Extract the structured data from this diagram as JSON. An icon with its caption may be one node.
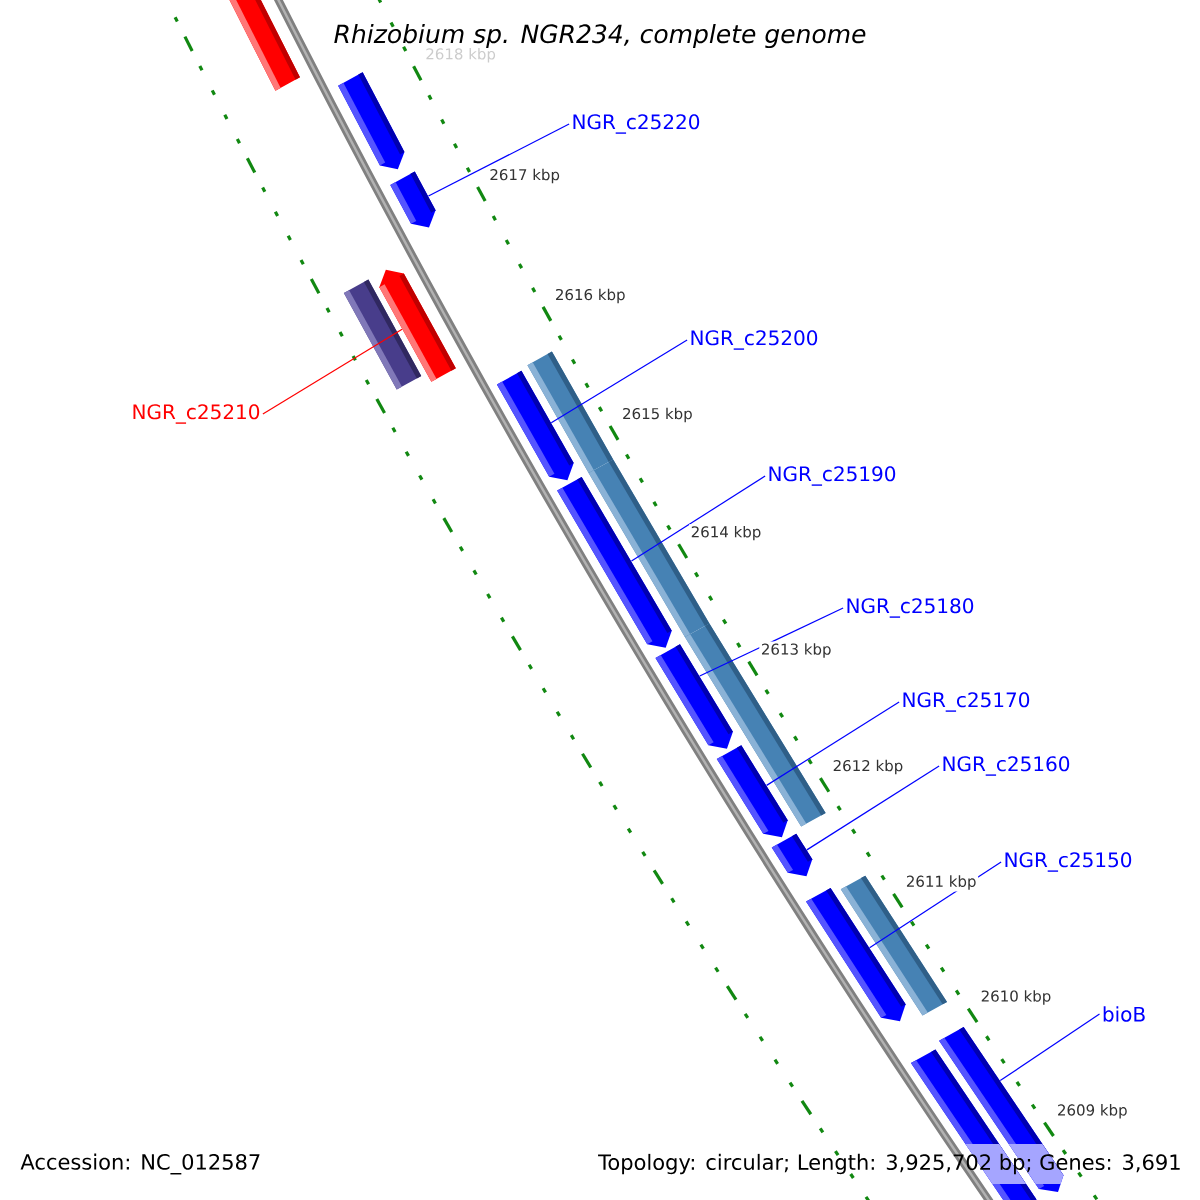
{
  "diagram": {
    "title": "Rhizobium sp. NGR234, complete genome",
    "nodes": [
      {
        "text": [],
        "shape": "bar"
      },
      {
        "text": [],
        "shape": "arrow"
      },
      {
        "text": [
          "NGR_c25220"
        ]
      },
      {
        "text": [],
        "shape": "arrow"
      },
      {
        "text": [
          "NGR_c25210"
        ]
      },
      {
        "text": [],
        "shape": "bar"
      },
      {
        "text": [],
        "shape": "arrow"
      },
      {
        "text": [
          "NGR_c25200"
        ]
      },
      {
        "text": [],
        "shape": "bar"
      },
      {
        "text": [],
        "shape": "arrow"
      },
      {
        "text": [
          "NGR_c25190"
        ]
      },
      {
        "text": [],
        "shape": "bar"
      },
      {
        "text": [],
        "shape": "arrow"
      },
      {
        "text": [
          "NGR_c25180"
        ]
      },
      {
        "text": [],
        "shape": "bar"
      },
      {
        "text": [],
        "shape": "arrow"
      },
      {
        "text": [
          "NGR_c25170"
        ]
      },
      {
        "text": [],
        "shape": "arrow"
      },
      {
        "text": [
          "NGR_c25160"
        ]
      },
      {
        "text": [],
        "shape": "arrow"
      },
      {
        "text": [
          "NGR_c25150"
        ]
      },
      {
        "text": [],
        "shape": "bar"
      },
      {
        "text": [],
        "shape": "arrow"
      },
      {
        "text": [
          "bioB"
        ]
      },
      {
        "text": [],
        "shape": "arrow"
      },
      {
        "text": [],
        "shape": "arrow"
      }
    ],
    "edges": [
      {
        "from": 2,
        "to": 3,
        "arrow": "none"
      },
      {
        "from": 4,
        "to": 6,
        "arrow": "none",
        "color": "#ff0000"
      },
      {
        "from": 7,
        "to": 9,
        "arrow": "none"
      },
      {
        "from": 10,
        "to": 12,
        "arrow": "none"
      },
      {
        "from": 13,
        "to": 15,
        "arrow": "none"
      },
      {
        "from": 16,
        "to": 17,
        "arrow": "none"
      },
      {
        "from": 18,
        "to": 19,
        "arrow": "none"
      },
      {
        "from": 20,
        "to": 22,
        "arrow": "none"
      },
      {
        "from": 23,
        "to": 25,
        "arrow": "none"
      }
    ],
    "labels": [
      "2618 kbp",
      "2617 kbp",
      "2616 kbp",
      "2615 kbp",
      "2614 kbp",
      "2613 kbp",
      "2612 kbp",
      "2611 kbp",
      "2610 kbp",
      "2609 kbp",
      "Accession: NC_012587",
      "Topology: circular; Length: 3,925,702 bp; Genes: 3,691"
    ]
  }
}
